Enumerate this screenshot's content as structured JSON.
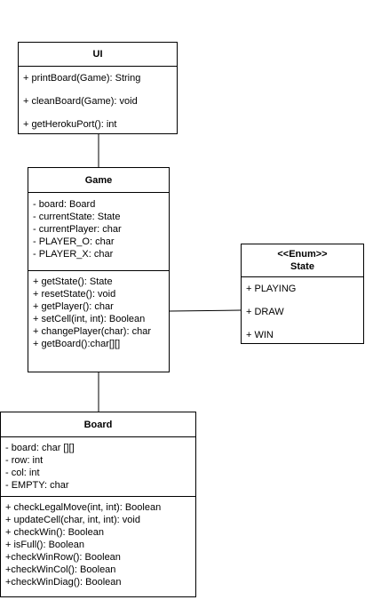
{
  "ui_class": {
    "name": "UI",
    "operations": [
      "+ printBoard(Game):  String",
      "+ cleanBoard(Game): void",
      "+ getHerokuPort(): int"
    ]
  },
  "game_class": {
    "name": "Game",
    "attributes": [
      "- board: Board",
      "- currentState: State",
      "- currentPlayer: char",
      "- PLAYER_O: char",
      "- PLAYER_X: char"
    ],
    "operations": [
      "+ getState(): State",
      "+ resetState(): void",
      "+ getPlayer(): char",
      "+ setCell(int, int): Boolean",
      "+ changePlayer(char): char",
      "+ getBoard():char[][]"
    ]
  },
  "state_class": {
    "stereotype": "<<Enum>>",
    "name": "State",
    "literals": [
      "+ PLAYING",
      "+ DRAW",
      "+ WIN"
    ]
  },
  "board_class": {
    "name": "Board",
    "attributes": [
      "- board: char [][]",
      "- row: int",
      "- col: int",
      "- EMPTY: char"
    ],
    "operations": [
      "+ checkLegalMove(int, int): Boolean",
      "+ updateCell(char, int, int): void",
      "+ checkWin(): Boolean",
      "+ isFull(): Boolean",
      "+checkWinRow(): Boolean",
      "+checkWinCol(): Boolean",
      "+checkWinDiag(): Boolean"
    ]
  }
}
